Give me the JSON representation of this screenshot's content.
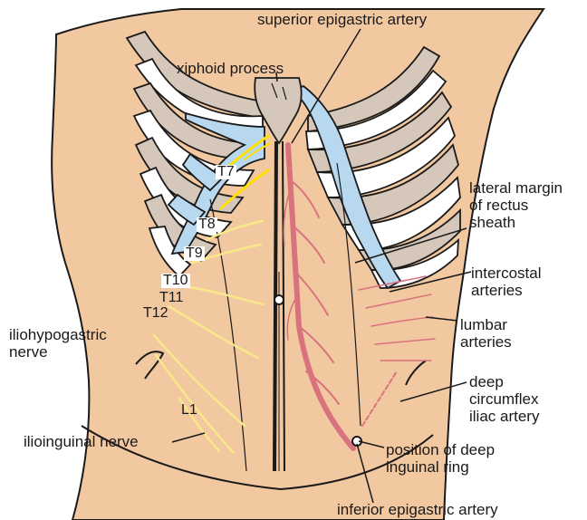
{
  "labels": {
    "superior_epigastric_artery": "superior epigastric artery",
    "xiphoid_process": "xiphoid process",
    "lateral_margin": [
      "lateral margin",
      "of rectus",
      "sheath"
    ],
    "intercostal_arteries": [
      "intercostal",
      "arteries"
    ],
    "lumbar_arteries": [
      "lumbar",
      "arteries"
    ],
    "iliohypogastric_nerve": [
      "iliohypogastric",
      "nerve"
    ],
    "deep_circumflex_iliac_artery": [
      "deep",
      "circumflex",
      "iliac artery"
    ],
    "ilioinguinal_nerve": "ilioinguinal nerve",
    "position_of_deep_inguinal_ring": [
      "position of deep",
      "inguinal ring"
    ],
    "inferior_epigastric_artery": "inferior epigastric artery"
  },
  "nerve_labels": {
    "t7": "T7",
    "t8": "T8",
    "t9": "T9",
    "t10": "T10",
    "t11": "T11",
    "t12": "T12",
    "l1": "L1"
  },
  "colors": {
    "skin": "#f2c8a0",
    "rib_cartilage": "#b8d8ef",
    "rib_bone": "#d5c8bb",
    "nerve": "#f9e88a",
    "nerve_bright": "#ffe000",
    "artery": "#d8737e",
    "outline": "#1a1a1a"
  }
}
